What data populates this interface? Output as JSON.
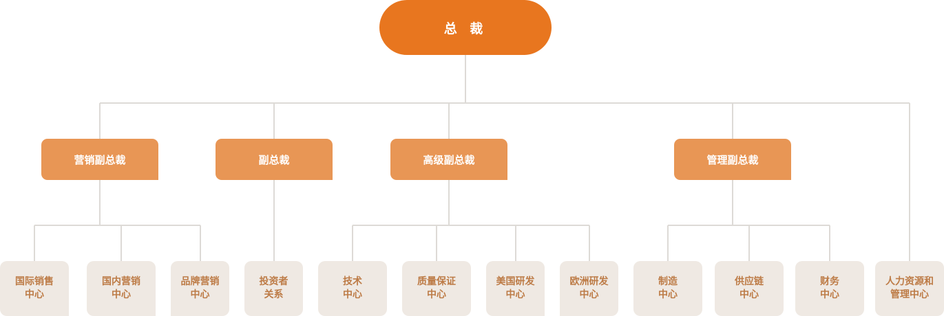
{
  "root": {
    "label": "总 裁"
  },
  "vps": [
    {
      "label": "营销副总裁"
    },
    {
      "label": "副总裁"
    },
    {
      "label": "高级副总裁"
    },
    {
      "label": "管理副总裁"
    }
  ],
  "centers": [
    {
      "line1": "国际销售",
      "line2": "中心"
    },
    {
      "line1": "国内营销",
      "line2": "中心"
    },
    {
      "line1": "品牌营销",
      "line2": "中心"
    },
    {
      "line1": "投资者",
      "line2": "关系"
    },
    {
      "line1": "技术",
      "line2": "中心"
    },
    {
      "line1": "质量保证",
      "line2": "中心"
    },
    {
      "line1": "美国研发",
      "line2": "中心"
    },
    {
      "line1": "欧洲研发",
      "line2": "中心"
    },
    {
      "line1": "制造",
      "line2": "中心"
    },
    {
      "line1": "供应链",
      "line2": "中心"
    },
    {
      "line1": "财务",
      "line2": "中心"
    },
    {
      "line1": "人力资源和",
      "line2": "管理中心"
    }
  ],
  "colors": {
    "root": "#e8761f",
    "vp": "#e89655",
    "center_bg": "#efe9e3",
    "center_text": "#bd7b46",
    "connector": "#dddad6"
  }
}
